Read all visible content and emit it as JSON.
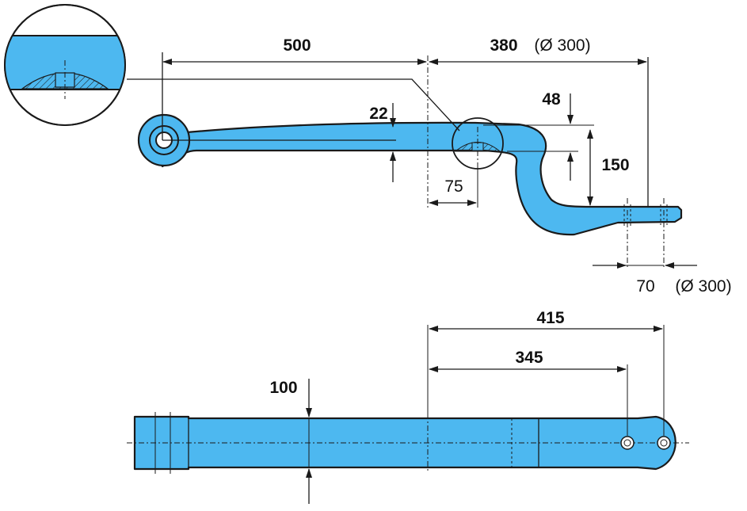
{
  "dimensions": {
    "length_500": "500",
    "length_380": "380",
    "dia_380_note": "(Ø  300)",
    "thick_22": "22",
    "height_48": "48",
    "height_150": "150",
    "offset_75": "75",
    "hole_70": "70",
    "dia_70_note": "(Ø  300)",
    "length_415": "415",
    "length_345": "345",
    "width_100": "100"
  },
  "colors": {
    "part_fill": "#4db8f0",
    "outline": "#1a1a1a"
  }
}
